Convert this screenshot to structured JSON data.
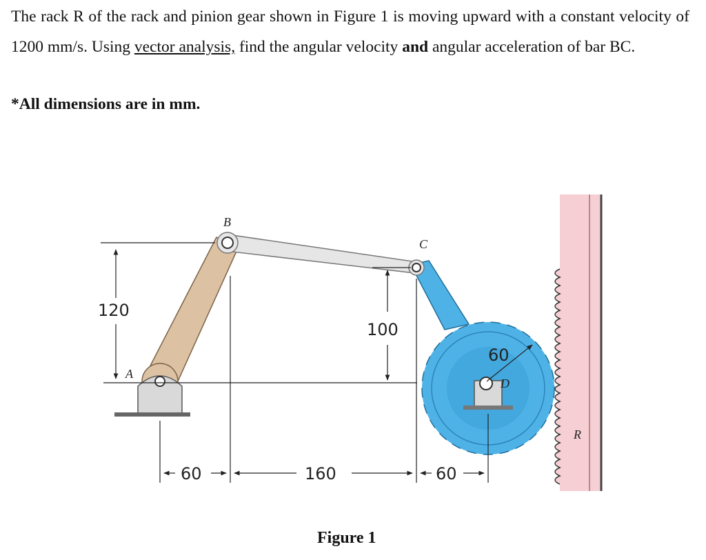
{
  "problem": {
    "part1": "The rack R of the rack and pinion gear shown in Figure 1 is moving upward with a constant velocity of 1200 mm/s. Using ",
    "underlined": "vector analysis,",
    "part2": " find the angular velocity ",
    "bold": "and",
    "part3": " angular acceleration of bar BC."
  },
  "note": "*All dimensions are in mm.",
  "figure": {
    "caption": "Figure 1",
    "labels": {
      "A": "A",
      "B": "B",
      "C": "C",
      "D": "D",
      "R": "R"
    },
    "dimensions": {
      "height_AB": "120",
      "height_C": "100",
      "gear_radius": "60",
      "horiz_1": "60",
      "horiz_2": "160",
      "horiz_3": "60"
    },
    "colors": {
      "link_ab": "#dcc2a2",
      "link_bc": "#e6e6e6",
      "gear": "#4fb2e6",
      "rack": "#f5cfd3"
    }
  }
}
